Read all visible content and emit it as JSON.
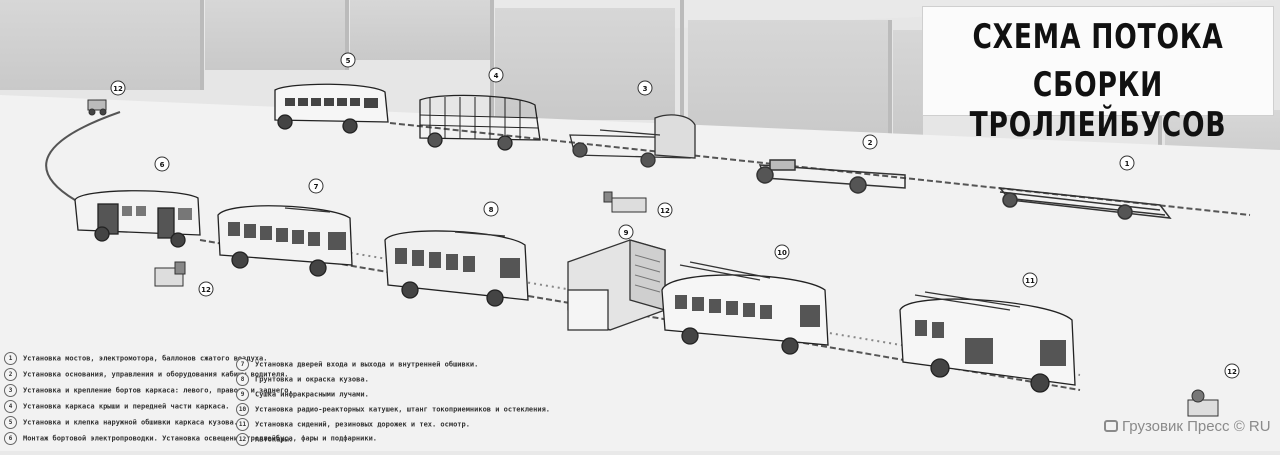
{
  "title": {
    "line1": "СХЕМА ПОТОКА",
    "line2": "СБОРКИ ТРОЛЛЕЙБУСОВ"
  },
  "stations": {
    "s1": "1",
    "s2": "2",
    "s3": "3",
    "s4": "4",
    "s5": "5",
    "s6": "6",
    "s7": "7",
    "s8": "8",
    "s9": "9",
    "s10": "10",
    "s11": "11",
    "s12a": "12",
    "s12b": "12",
    "s12c": "12",
    "s12d": "12"
  },
  "legend": [
    {
      "num": "1",
      "text": "Установка мостов, электромотора, баллонов сжатого воздуха."
    },
    {
      "num": "2",
      "text": "Установка основания, управления и оборудования кабины водителя."
    },
    {
      "num": "3",
      "text": "Установка и крепление бортов каркаса: левого, правого и заднего."
    },
    {
      "num": "4",
      "text": "Установка каркаса крыши и передней части каркаса."
    },
    {
      "num": "5",
      "text": "Установка и клепка наружной обшивки каркаса кузова."
    },
    {
      "num": "6",
      "text": "Монтаж бортовой электропроводки. Установка освещения троллейбуса, фары и подфарники."
    },
    {
      "num": "7",
      "text": "Установка дверей входа и выхода и внутренней обшивки."
    },
    {
      "num": "8",
      "text": "Грунтовка и окраска кузова."
    },
    {
      "num": "9",
      "text": "Сушка инфракрасными лучами."
    },
    {
      "num": "10",
      "text": "Установка радио-реакторных катушек, штанг токоприемников и остекления."
    },
    {
      "num": "11",
      "text": "Установка сидений, резиновых дорожек и тех. осмотр."
    },
    {
      "num": "12",
      "text": "Автокары."
    }
  ],
  "watermark": "Грузовик Пресс © RU"
}
